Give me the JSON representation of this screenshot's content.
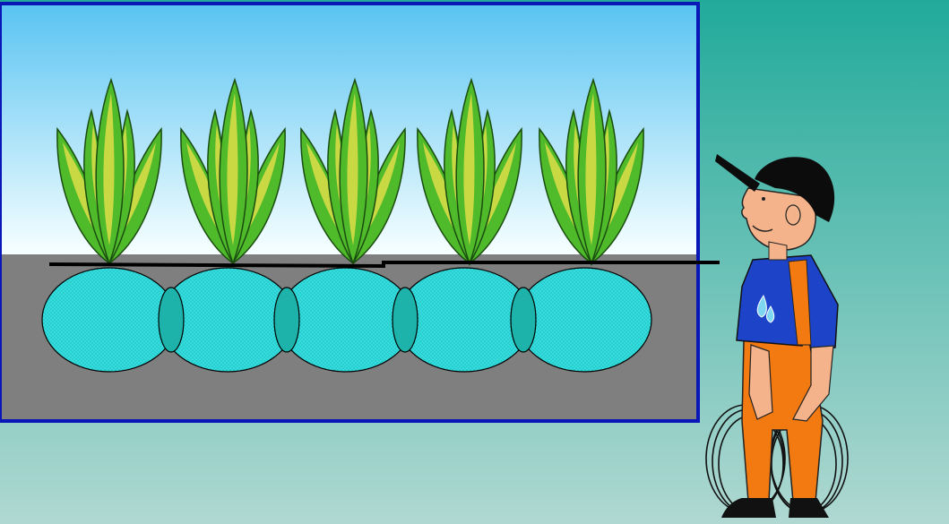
{
  "colors": {
    "background_top": "#21aa9a",
    "background_bottom": "#b0d8d2",
    "sky_top": "#58c3f2",
    "sky_bottom": "#f7ffff",
    "soil": "#7f7f7f",
    "frame_border": "#0a17b8",
    "water_bulb": "#33dede",
    "water_overlap": "#1eb3aa",
    "leaf_dark": "#4fba2a",
    "leaf_light": "#c9d944",
    "drip_line": "#000000",
    "shirt": "#1d44c8",
    "overalls": "#f37a10",
    "cap": "#0c0c0c",
    "skin": "#f4b38b"
  },
  "plants": [
    {
      "icon": "plant-icon"
    },
    {
      "icon": "plant-icon"
    },
    {
      "icon": "plant-icon"
    },
    {
      "icon": "plant-icon"
    },
    {
      "icon": "plant-icon"
    }
  ],
  "wetting_bulbs": [
    {
      "icon": "water-bulb"
    },
    {
      "icon": "water-bulb"
    },
    {
      "icon": "water-bulb"
    },
    {
      "icon": "water-bulb"
    },
    {
      "icon": "water-bulb"
    }
  ],
  "figure": {
    "icon": "farmer-with-hose-icon"
  }
}
